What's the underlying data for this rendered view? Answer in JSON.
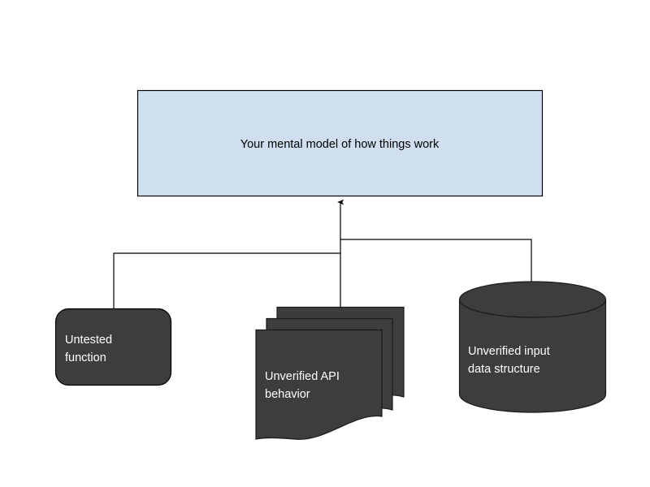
{
  "diagram": {
    "title_node": {
      "label": "Your mental model of how things work",
      "shape": "rectangle",
      "fill": "#cfdfef",
      "stroke": "#000000",
      "text_color": "#000000"
    },
    "source_nodes": [
      {
        "id": "untested-function",
        "label_line1": "Untested",
        "label_line2": "function",
        "shape": "rounded-rectangle",
        "fill": "#3d3d3d",
        "stroke": "#000000",
        "text_color": "#ffffff"
      },
      {
        "id": "unverified-api-behavior",
        "label_line1": "Unverified API",
        "label_line2": "behavior",
        "shape": "document-stack",
        "fill": "#3d3d3d",
        "stroke": "#1a1a1a",
        "text_color": "#ffffff"
      },
      {
        "id": "unverified-input-data-structure",
        "label_line1": "Unverified input",
        "label_line2": "data structure",
        "shape": "cylinder",
        "fill": "#3d3d3d",
        "stroke": "#1a1a1a",
        "text_color": "#ffffff"
      }
    ],
    "connectors": {
      "arrow_target": "title_node",
      "arrow_direction": "up",
      "line_color": "#000000",
      "line_width": 1
    },
    "background": "#ffffff"
  }
}
